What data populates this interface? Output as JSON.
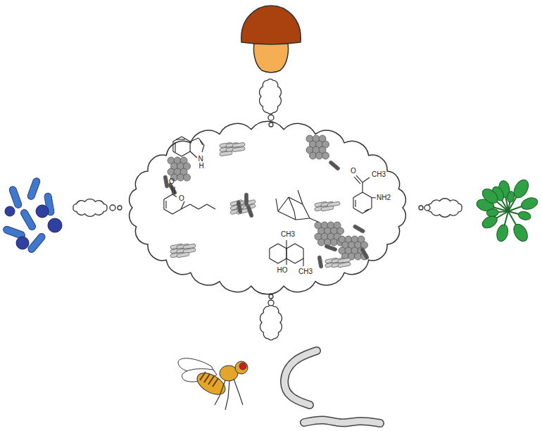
{
  "diagram": {
    "labels": [
      "N",
      "H",
      "O",
      "O",
      "O",
      "CH3",
      "NH2",
      "CH3",
      "HO",
      "CH3"
    ]
  }
}
